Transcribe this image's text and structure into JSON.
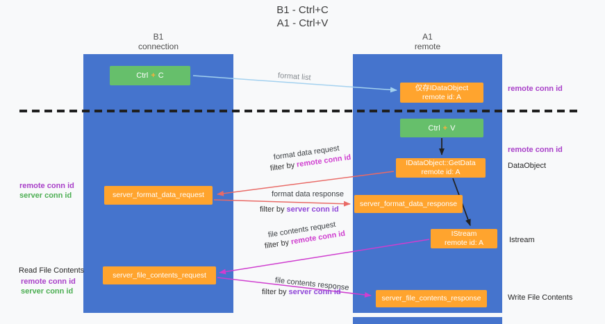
{
  "title": {
    "line1": "B1 - Ctrl+C",
    "line2": "A1 - Ctrl+V"
  },
  "lanes": {
    "left": {
      "name": "B1",
      "subtitle": "connection"
    },
    "right": {
      "name": "A1",
      "subtitle": "remote"
    }
  },
  "nodes": {
    "ctrl_c": {
      "key": "Ctrl",
      "plus": "+",
      "letter": "C"
    },
    "ctrl_v": {
      "key": "Ctrl",
      "plus": "+",
      "letter": "V"
    },
    "idataobject": {
      "line1": "仅存IDataObject",
      "line2": "remote id: A"
    },
    "getdata": {
      "line1": "IDataObject::GetData",
      "line2": "remote id: A"
    },
    "istream": {
      "line1": "IStream",
      "line2": "remote id: A"
    },
    "format_request": {
      "label": "server_format_data_request"
    },
    "format_response": {
      "label": "server_format_data_response"
    },
    "file_request": {
      "label": "server_file_contents_request"
    },
    "file_response": {
      "label": "server_file_contents_response"
    }
  },
  "arrow_labels": {
    "format_list": "format list",
    "format_data_request": "format data request",
    "format_data_response": "format data response",
    "file_contents_request": "file contents request",
    "file_contents_response": "file contents response",
    "filter_by": "filter by ",
    "remote_conn_id": "remote conn id",
    "server_conn_id": "server conn id"
  },
  "annotations": {
    "remote_conn_id": "remote conn id",
    "server_conn_id": "server conn id",
    "dataobject": "DataObject",
    "istream": "Istream",
    "read_file_contents": "Read File Contents",
    "write_file_contents": "Write File Contents"
  },
  "colors": {
    "lane_blue": "#4574cd",
    "box_green": "#66bf6b",
    "box_orange": "#ffa42e",
    "plus_orange": "#ffb13b",
    "arrow_blue": "#a3d1ef",
    "arrow_red": "#e96a66",
    "arrow_magenta": "#cf3ecf",
    "text_purple": "#a83fc8",
    "text_green": "#4cae52",
    "text_violet": "#8f46d8"
  }
}
